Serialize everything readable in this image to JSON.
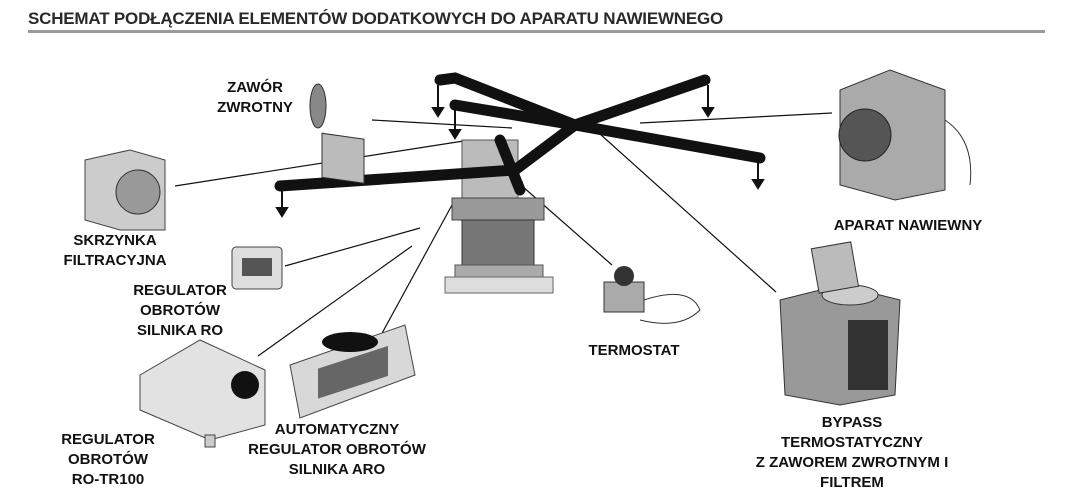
{
  "title": "SCHEMAT PODŁĄCZENIA ELEMENTÓW DODATKOWYCH DO APARATU NAWIEWNEGO",
  "components": {
    "zawor": [
      "ZAWÓR",
      "ZWROTNY"
    ],
    "skrzynka": [
      "SKRZYNKA",
      "FILTRACYJNA"
    ],
    "regulator_ro": [
      "REGULATOR",
      "OBROTÓW",
      "SILNIKA RO"
    ],
    "regulator_tr100": [
      "REGULATOR",
      "OBROTÓW",
      "RO-TR100"
    ],
    "aro": [
      "AUTOMATYCZNY",
      "REGULATOR OBROTÓW",
      "SILNIKA ARO"
    ],
    "termostat": [
      "TERMOSTAT"
    ],
    "aparat": [
      "APARAT NAWIEWNY"
    ],
    "bypass": [
      "BYPASS",
      "TERMOSTATYCZNY",
      "Z ZAWOREM ZWROTNYM I",
      "FILTREM"
    ]
  }
}
